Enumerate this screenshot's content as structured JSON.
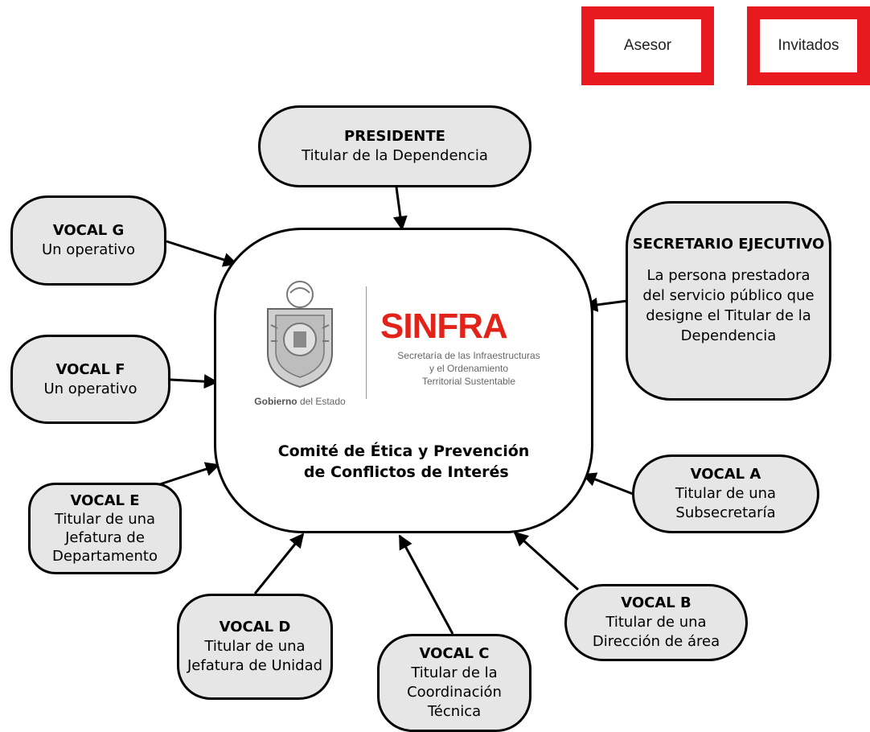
{
  "top_boxes": {
    "asesor": "Asesor",
    "invitados": "Invitados"
  },
  "center": {
    "title_line1": "Comité de Ética y Prevención",
    "title_line2": " de Conflictos de Interés",
    "logo_name": "SINFRA",
    "logo_subtitle_1": "Secretaría de las Infraestructuras",
    "logo_subtitle_2": "y el Ordenamiento",
    "logo_subtitle_3": "Territorial Sustentable",
    "gobierno_1": "Gobierno",
    "gobierno_2": "del Estado",
    "emblem": "coat-of-arms-icon"
  },
  "nodes": {
    "presidente": {
      "title": "PRESIDENTE",
      "lines": [
        "Titular de la Dependencia"
      ]
    },
    "secretario": {
      "title": "SECRETARIO EJECUTIVO",
      "lines": [
        "La persona prestadora",
        "del servicio público que",
        "designe el Titular de la",
        "Dependencia"
      ]
    },
    "vocal_a": {
      "title": "VOCAL A",
      "lines": [
        "Titular de una",
        "Subsecretaría"
      ]
    },
    "vocal_b": {
      "title": "VOCAL B",
      "lines": [
        "Titular de una",
        "Dirección de área"
      ]
    },
    "vocal_c": {
      "title": "VOCAL C",
      "lines": [
        "Titular de la",
        "Coordinación",
        "Técnica"
      ]
    },
    "vocal_d": {
      "title": "VOCAL D",
      "lines": [
        "Titular de una",
        "Jefatura de Unidad"
      ]
    },
    "vocal_e": {
      "title": "VOCAL E",
      "lines": [
        "Titular de una",
        "Jefatura de",
        "Departamento"
      ]
    },
    "vocal_f": {
      "title": "VOCAL F",
      "lines": [
        "Un operativo"
      ]
    },
    "vocal_g": {
      "title": "VOCAL G",
      "lines": [
        "Un operativo"
      ]
    }
  }
}
